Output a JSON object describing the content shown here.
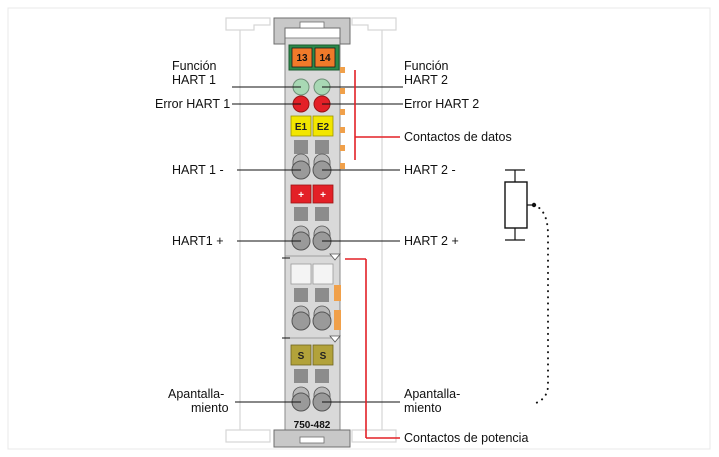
{
  "module": {
    "part_number": "750-482",
    "top_connectors": [
      "13",
      "14"
    ],
    "error_leds": [
      "E1",
      "E2"
    ],
    "plus_markers": [
      "+",
      "+"
    ],
    "shield_markers": [
      "S",
      "S"
    ]
  },
  "labels": {
    "funcion_1": "Función",
    "hart1_line": "HART 1",
    "funcion_2": "Función",
    "hart2_line": "HART 2",
    "error_hart1": "Error HART 1",
    "error_hart2": "Error HART 2",
    "contactos_datos": "Contactos de datos",
    "hart1_minus": "HART 1 -",
    "hart2_minus": "HART 2 -",
    "hart1_plus": "HART1 +",
    "hart2_plus": "HART 2 +",
    "apantalla_left_1": "Apantalla-",
    "apantalla_left_2": "miento",
    "apantalla_right_1": "Apantalla-",
    "apantalla_right_2": "miento",
    "contactos_potencia": "Contactos de potencia"
  },
  "colors": {
    "orange": "#f07a2a",
    "green_led": "#a8d8b4",
    "red": "#e32027",
    "yellow": "#f2e600",
    "olive": "#b2a23a",
    "grey_body": "#dcdcdc",
    "line_red": "#e32027"
  }
}
